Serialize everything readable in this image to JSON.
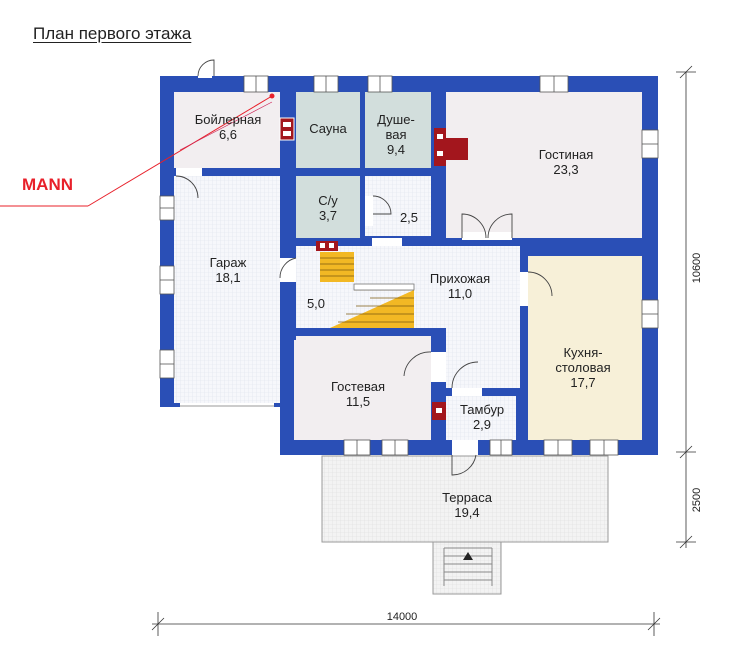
{
  "title": "План первого этажа",
  "brand": "MANN",
  "rooms": {
    "boiler": {
      "name": "Бойлерная",
      "area": "6,6"
    },
    "sauna": {
      "name": "Сауна"
    },
    "shower": {
      "name1": "Душе-",
      "name2": "вая",
      "area": "9,4"
    },
    "living": {
      "name": "Гостиная",
      "area": "23,3"
    },
    "wc": {
      "name": "С/у",
      "area": "3,7"
    },
    "hall_small": {
      "area": "2,5"
    },
    "garage": {
      "name": "Гараж",
      "area": "18,1"
    },
    "hallway": {
      "name": "Прихожая",
      "area": "11,0"
    },
    "stairs": {
      "area": "5,0"
    },
    "kitchen": {
      "name1": "Кухня-",
      "name2": "столовая",
      "area": "17,7"
    },
    "guest": {
      "name": "Гостевая",
      "area": "11,5"
    },
    "vestibule": {
      "name": "Тамбур",
      "area": "2,9"
    },
    "terrace": {
      "name": "Терраса",
      "area": "19,4"
    }
  },
  "dimensions": {
    "total_width": "14000",
    "depth_main": "10600",
    "depth_terrace": "2500"
  },
  "colors": {
    "wall": "#2a4fb6",
    "floor_grey": "#f2eef0",
    "floor_teal": "#d2dedc",
    "floor_kitchen": "#f7f0d8",
    "floor_grid": "#e9edf5",
    "stairs": "#f2b824",
    "chimney": "#a3161d",
    "brand": "#e8202a"
  }
}
